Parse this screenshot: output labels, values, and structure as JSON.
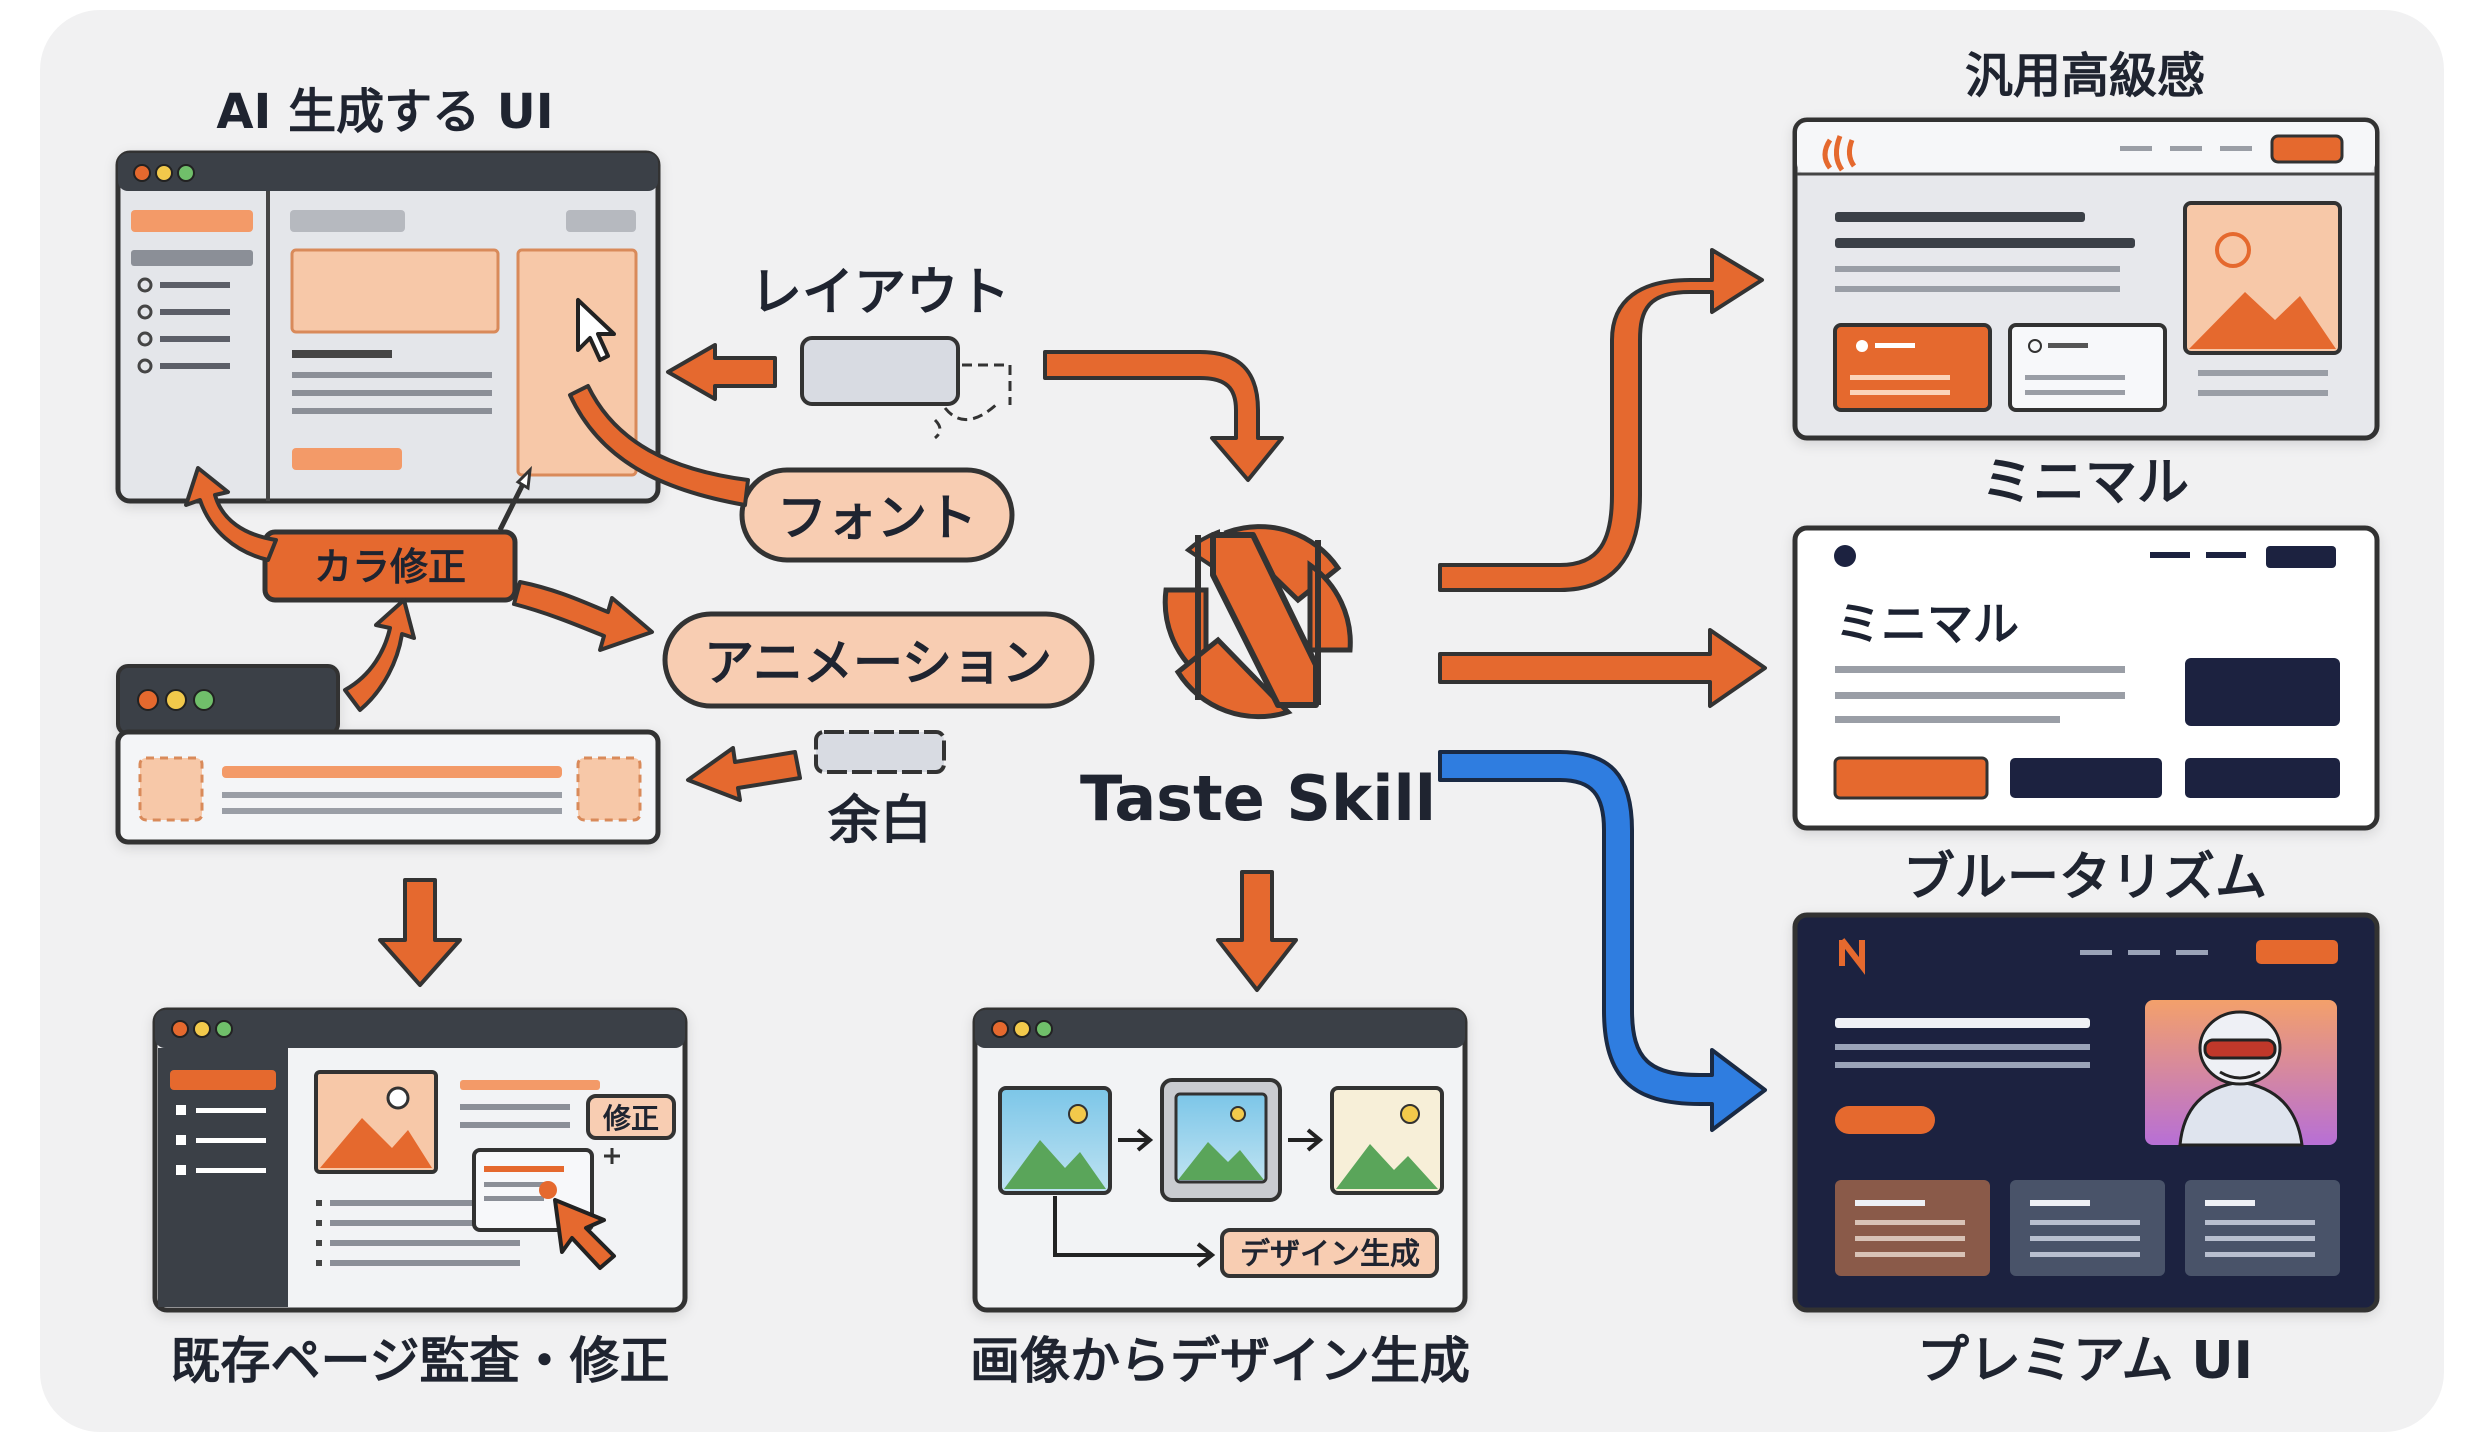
{
  "labels": {
    "ai_ui": "AI 生成する UI",
    "layout": "レイアウト",
    "font": "フォント",
    "color_tag": "カラ修正",
    "animation": "アニメーション",
    "whitespace": "余白",
    "taste_skill": "Taste Skill",
    "audit": "既存ページ監査・修正",
    "image_to_design": "画像からデザイン生成",
    "design_generate_tag": "デザイン生成",
    "fix_tag": "修正",
    "generic_luxury": "汎用高級感",
    "minimal": "ミニマル",
    "minimal_card_heading": "ミニマル",
    "brutalism": "ブルータリズム",
    "premium_ui": "プレミアム UI"
  },
  "colors": {
    "orange": "#e5692f",
    "orange_light": "#f8cdb2",
    "orange_dark_stroke": "#3a2e2a",
    "navy": "#1a2440",
    "blue": "#2f7de0",
    "gray_window": "#e4e6ea",
    "titlebar": "#3b3f47"
  },
  "icons": [
    "cursor-icon",
    "taste-skill-logo-icon",
    "image-icon",
    "mountain-icon",
    "robot-avatar-icon"
  ]
}
